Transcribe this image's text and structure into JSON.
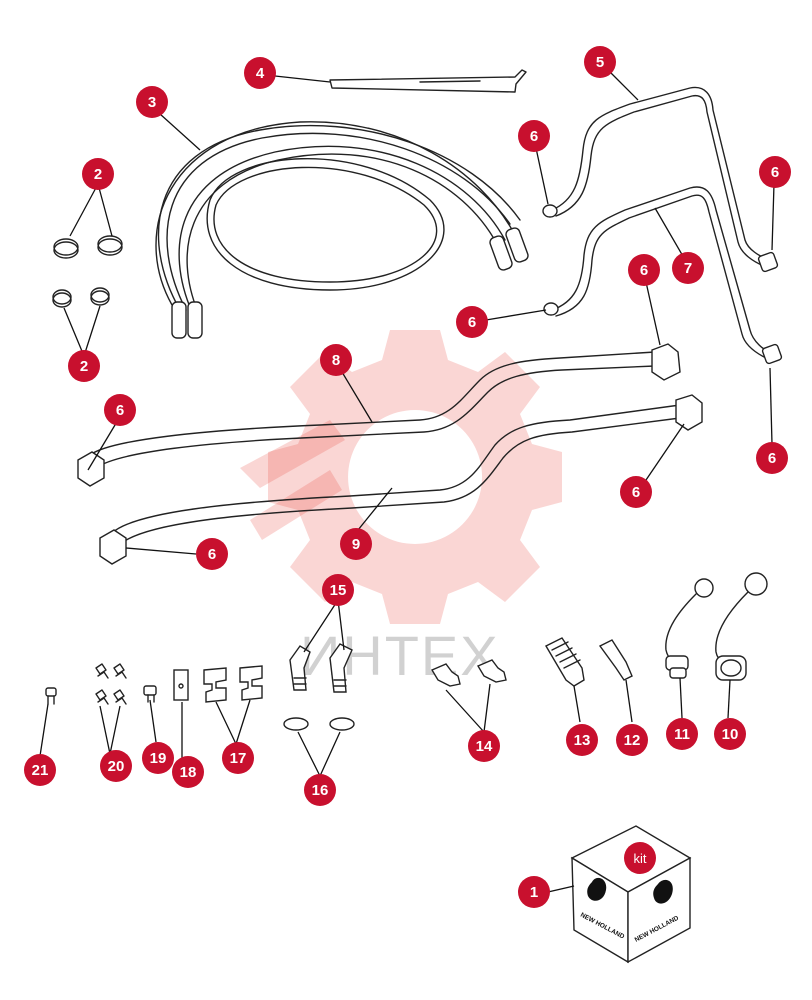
{
  "watermark": {
    "text": "ИНТЕХ",
    "color": "#e8443a"
  },
  "kit_box": {
    "label": "kit",
    "logo_text": "NEW HOLLAND"
  },
  "callouts": [
    {
      "id": "c1",
      "label": "1"
    },
    {
      "id": "c2a",
      "label": "2"
    },
    {
      "id": "c2b",
      "label": "2"
    },
    {
      "id": "c3",
      "label": "3"
    },
    {
      "id": "c4",
      "label": "4"
    },
    {
      "id": "c5",
      "label": "5"
    },
    {
      "id": "c6a",
      "label": "6"
    },
    {
      "id": "c6b",
      "label": "6"
    },
    {
      "id": "c6c",
      "label": "6"
    },
    {
      "id": "c6d",
      "label": "6"
    },
    {
      "id": "c6e",
      "label": "6"
    },
    {
      "id": "c6f",
      "label": "6"
    },
    {
      "id": "c6g",
      "label": "6"
    },
    {
      "id": "c6h",
      "label": "6"
    },
    {
      "id": "c7",
      "label": "7"
    },
    {
      "id": "c8",
      "label": "8"
    },
    {
      "id": "c9",
      "label": "9"
    },
    {
      "id": "c10",
      "label": "10"
    },
    {
      "id": "c11",
      "label": "11"
    },
    {
      "id": "c12",
      "label": "12"
    },
    {
      "id": "c13",
      "label": "13"
    },
    {
      "id": "c14",
      "label": "14"
    },
    {
      "id": "c15",
      "label": "15"
    },
    {
      "id": "c16",
      "label": "16"
    },
    {
      "id": "c17",
      "label": "17"
    },
    {
      "id": "c18",
      "label": "18"
    },
    {
      "id": "c19",
      "label": "19"
    },
    {
      "id": "c20",
      "label": "20"
    },
    {
      "id": "c21",
      "label": "21"
    }
  ],
  "colors": {
    "callout": "#c8102e",
    "line": "#222222"
  }
}
